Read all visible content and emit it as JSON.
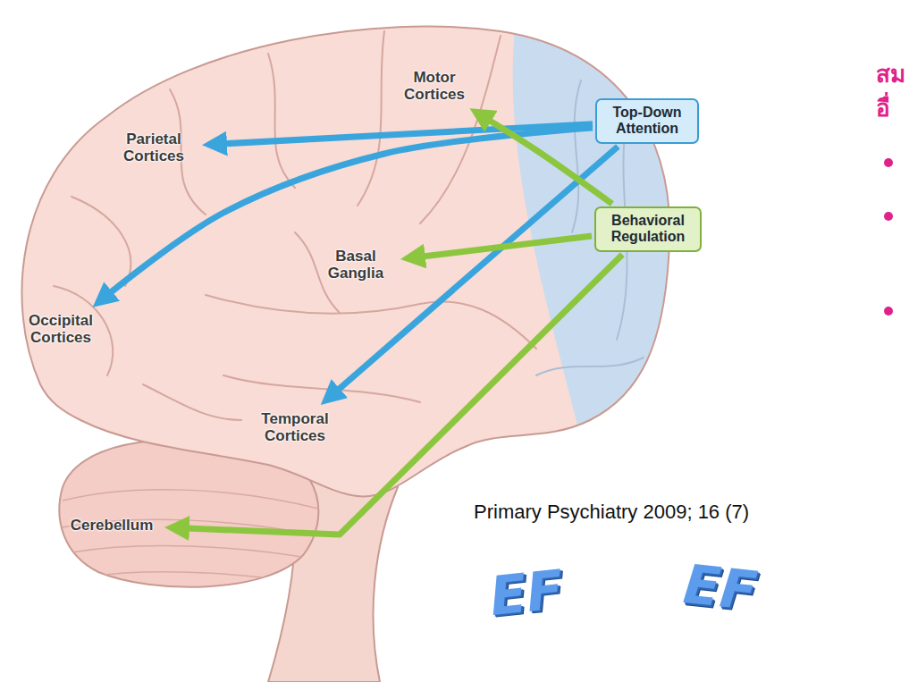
{
  "diagram": {
    "nodes": [
      {
        "text": [
          "Motor Cortices"
        ]
      },
      {
        "text": [
          "Parietal Cortices"
        ]
      },
      {
        "text": [
          "Top-Down Attention"
        ]
      },
      {
        "text": [
          "Basal Ganglia"
        ]
      },
      {
        "text": [
          "Behavioral Regulation"
        ]
      },
      {
        "text": [
          "Occipital Cortices"
        ]
      },
      {
        "text": [
          "Temporal Cortices"
        ]
      },
      {
        "text": [
          "Cerebellum"
        ]
      }
    ],
    "edges": [
      {
        "from": 2,
        "to": 1,
        "arrow": "to"
      },
      {
        "from": 2,
        "to": 5,
        "arrow": "to"
      },
      {
        "from": 2,
        "to": 6,
        "arrow": "to"
      },
      {
        "from": 4,
        "to": 0,
        "arrow": "to"
      },
      {
        "from": 4,
        "to": 3,
        "arrow": "to"
      },
      {
        "from": 4,
        "to": 7,
        "arrow": "to"
      }
    ],
    "labels": [
      "สม",
      "อื่",
      "Primary Psychiatry 2009; 16 (7)",
      "EF",
      "EF"
    ]
  }
}
